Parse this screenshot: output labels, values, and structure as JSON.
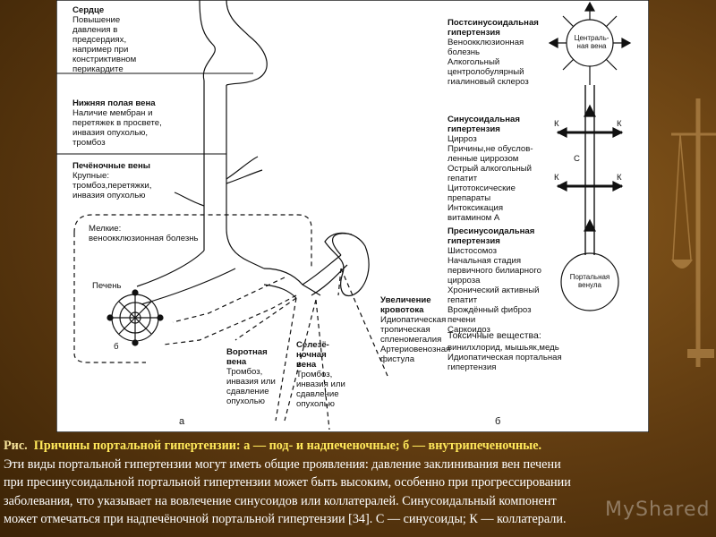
{
  "figure": {
    "left_labels": {
      "heart_title": "Сердце",
      "heart_text": "Повышение\nдавления в\nпредсердиях,\nнапример при\nконстриктивном\nперикардите",
      "ivc_title": "Нижняя полая вена",
      "ivc_text": "Наличие мембран и\nперетяжек в просвете,\nинвазия опухолью,\nтромбоз",
      "hepatic_title": "Печёночные вены",
      "hepatic_text": "Крупные:\nтромбоз,перетяжки,\nинвазия опухолью",
      "small_text": "Мелкие:\nвеноокклюзионная болезнь",
      "liver_label": "Печень",
      "liver_b": "б",
      "portal_title": "Воротная\nвена",
      "portal_text": "Тромбоз,\nинвазия или\nсдавление\nопухолью",
      "splenic_title": "Селезё-\nночная\nвена",
      "splenic_text": "Тромбоз,\nинвазия или\nсдавление\nопухолью",
      "flow_title": "Увеличение\nкровотока",
      "flow_text": "Идиопатическая\nтропическая\nспленомегалия\nАртериовенозная\nфистула",
      "panel_a": "а"
    },
    "right_labels": {
      "post_title": "Постсинусоидальная\nгипертензия",
      "post_text": "Веноокклюзионная\nболезнь\nАлкогольный\nцентролобулярный\nгиалиновый склероз",
      "central_vein": "Централь-\nная вена",
      "sin_title": "Синусоидальная\nгипертензия",
      "sin_text": "Цирроз\nПричины,не обуслов-\nленные циррозом\nОстрый алкогольный\nгепатит\nЦитотоксические\nпрепараты\nИнтоксикация\nвитамином А",
      "pre_title": "Пресинусоидальная\nгипертензия",
      "pre_text": "Шистосомоз\nНачальная стадия\nпервичного билиарного\nцирроза\nХронический активный\nгепатит\nВрождённый фиброз\nпечени\nСаркоидоз",
      "toxic_title": "Токсичные вещества:",
      "toxic_text": "винилхлорид, мышьяк,медь\nИдиопатическая портальная\nгипертензия",
      "portal_venule": "Портальная\nвенула",
      "k": "К",
      "c": "С",
      "panel_b": "б"
    }
  },
  "caption": {
    "prefix": "Рис.",
    "title": "Причины портальной гипертензии: а — под- и надпеченочные; б — внутрипеченочные.",
    "line2": " Эти виды портальной гипертензии могут иметь общие проявления: давление заклинивания вен печени",
    "line3": "при пресинусоидальной портальной гипертензии может быть высоким, особенно при прогрессировании",
    "line4": " заболевания, что указывает на вовлечение синусоидов или коллатералей. Синусоидальный компонент",
    "line5": "может отмечаться при надпечёночной портальной гипертензии [34]. С — синусоиды; К — коллатерали."
  },
  "watermark": "MyShared",
  "colors": {
    "background": "#5e3a10",
    "caption_title": "#ffe85a",
    "caption_text": "#ffffff"
  }
}
